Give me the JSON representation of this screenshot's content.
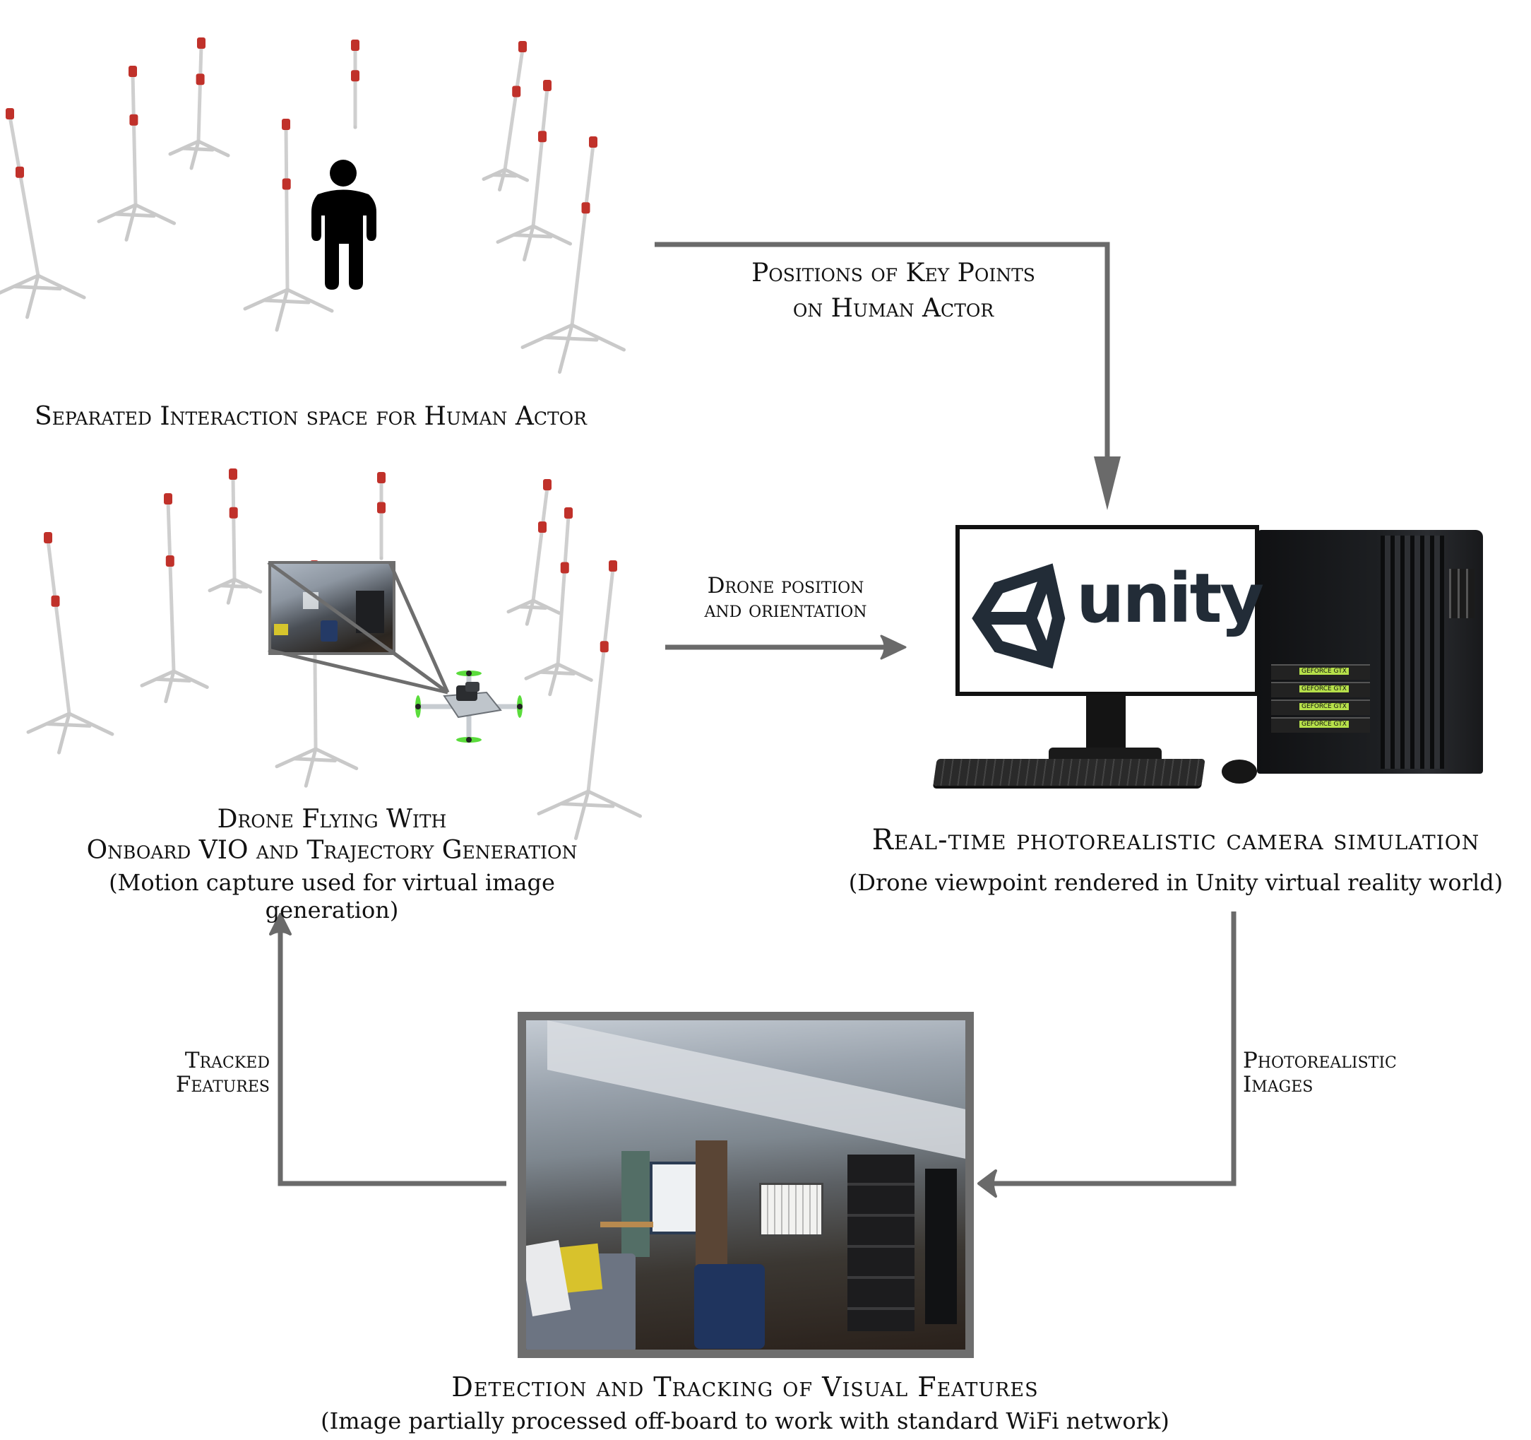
{
  "nodes": {
    "human_space": {
      "title": "Separated Interaction space for Human Actor"
    },
    "drone": {
      "title_line1": "Drone Flying With",
      "title_line2": "Onboard VIO and Trajectory Generation",
      "subtitle": "(Motion capture used for virtual image generation)"
    },
    "simulation": {
      "title": "Real-time photorealistic camera simulation",
      "subtitle": "(Drone viewpoint rendered in Unity virtual reality world)",
      "screen_logo_text": "unity",
      "gpu_label": "GEFORCE GTX"
    },
    "feature_tracking": {
      "title": "Detection and Tracking of Visual Features",
      "subtitle": "(Image partially processed off-board to work with standard WiFi network)"
    }
  },
  "edges": {
    "key_points": {
      "line1": "Positions of Key Points",
      "line2": "on Human Actor",
      "from": "human_space",
      "to": "simulation"
    },
    "drone_pose": {
      "line1": "Drone position",
      "line2": "and orientation",
      "from": "drone",
      "to": "simulation"
    },
    "photo_images": {
      "line1": "Photorealistic",
      "line2": "Images",
      "from": "simulation",
      "to": "feature_tracking"
    },
    "tracked_features": {
      "line1": "Tracked",
      "line2": "Features",
      "from": "feature_tracking",
      "to": "drone"
    }
  },
  "colors": {
    "arrow": "#6a6a6a",
    "camera_marker": "#c0312a",
    "propeller": "#5bdc3c",
    "unity_logo": "#222c37",
    "frame_border": "#6e6e6e"
  }
}
